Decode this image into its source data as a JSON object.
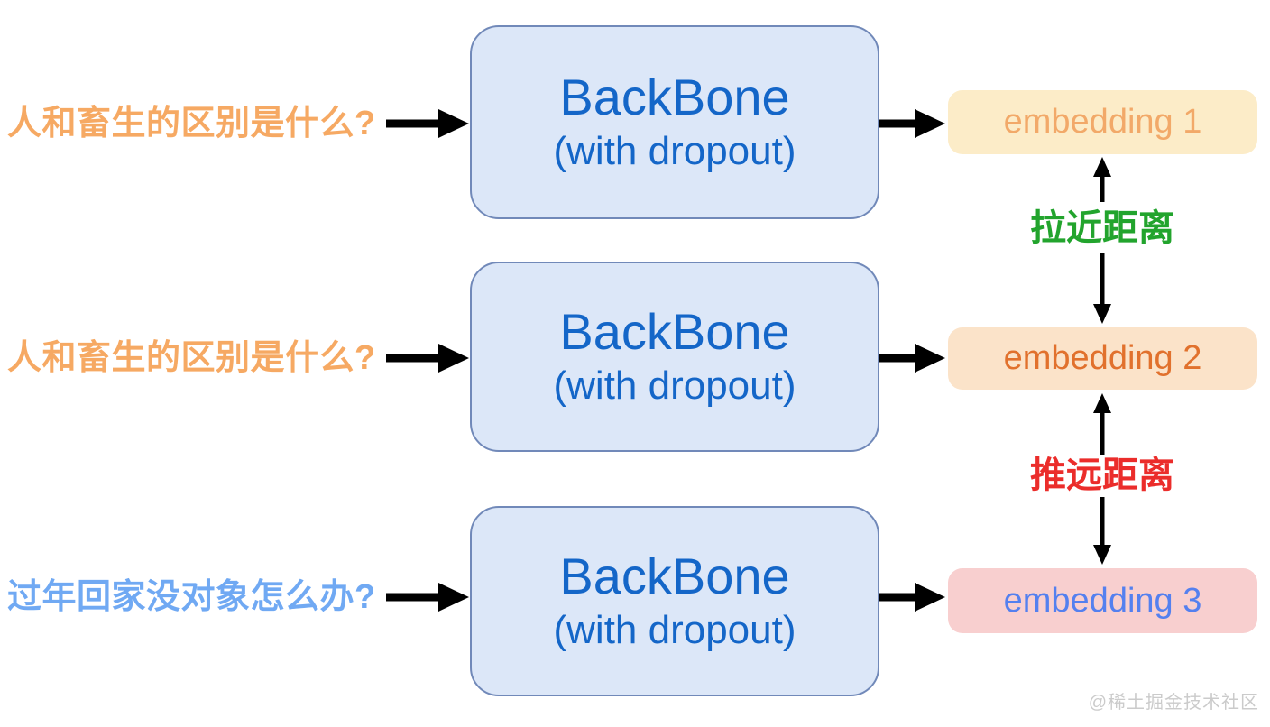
{
  "inputs": [
    {
      "text": "人和畜生的区别是什么?",
      "color": "#F6A963"
    },
    {
      "text": "人和畜生的区别是什么?",
      "color": "#F6A963"
    },
    {
      "text": "过年回家没对象怎么办?",
      "color": "#70A9F3"
    }
  ],
  "backbone": {
    "title": "BackBone",
    "subtitle": "(with dropout)",
    "fill": "#DCE7F8",
    "border": "#7189B9",
    "text_color": "#1466C8"
  },
  "embeddings": [
    {
      "label": "embedding 1",
      "bg": "#FCECC8",
      "color": "#F2A969"
    },
    {
      "label": "embedding 2",
      "bg": "#FBE3C9",
      "color": "#E1712D"
    },
    {
      "label": "embedding 3",
      "bg": "#F8CFCF",
      "color": "#5480EF"
    }
  ],
  "relations": [
    {
      "label": "拉近距离",
      "color": "#22A42D"
    },
    {
      "label": "推远距离",
      "color": "#EB2D2B"
    }
  ],
  "arrow_color": "#000000",
  "watermark": "@稀土掘金技术社区"
}
